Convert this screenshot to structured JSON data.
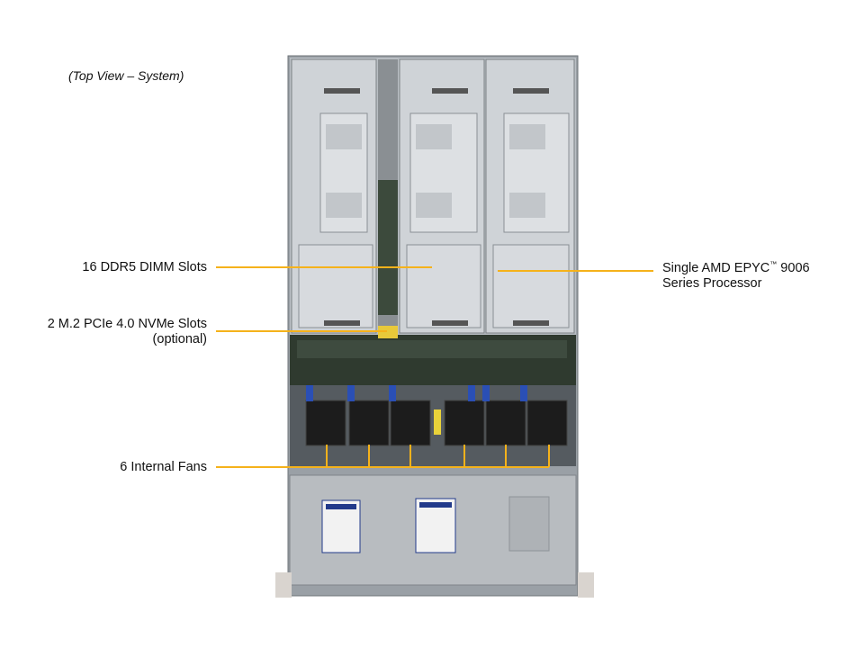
{
  "caption": "(Top View – System)",
  "labels": {
    "dimm": "16 DDR5 DIMM Slots",
    "m2_line1": "2 M.2 PCIe 4.0 NVMe Slots",
    "m2_line2": "(optional)",
    "fans": "6 Internal Fans",
    "cpu_line1_a": "Single AMD EPYC",
    "cpu_tm": "™",
    "cpu_line1_b": " 9006",
    "cpu_line2": "Series Processor"
  },
  "colors": {
    "leader": "#f5b21b",
    "metal": "#c7cbd0",
    "metal_dark": "#8e949a",
    "board": "#2f3a2f",
    "fan": "#1c1c1c",
    "clip": "#2a4fb5"
  }
}
